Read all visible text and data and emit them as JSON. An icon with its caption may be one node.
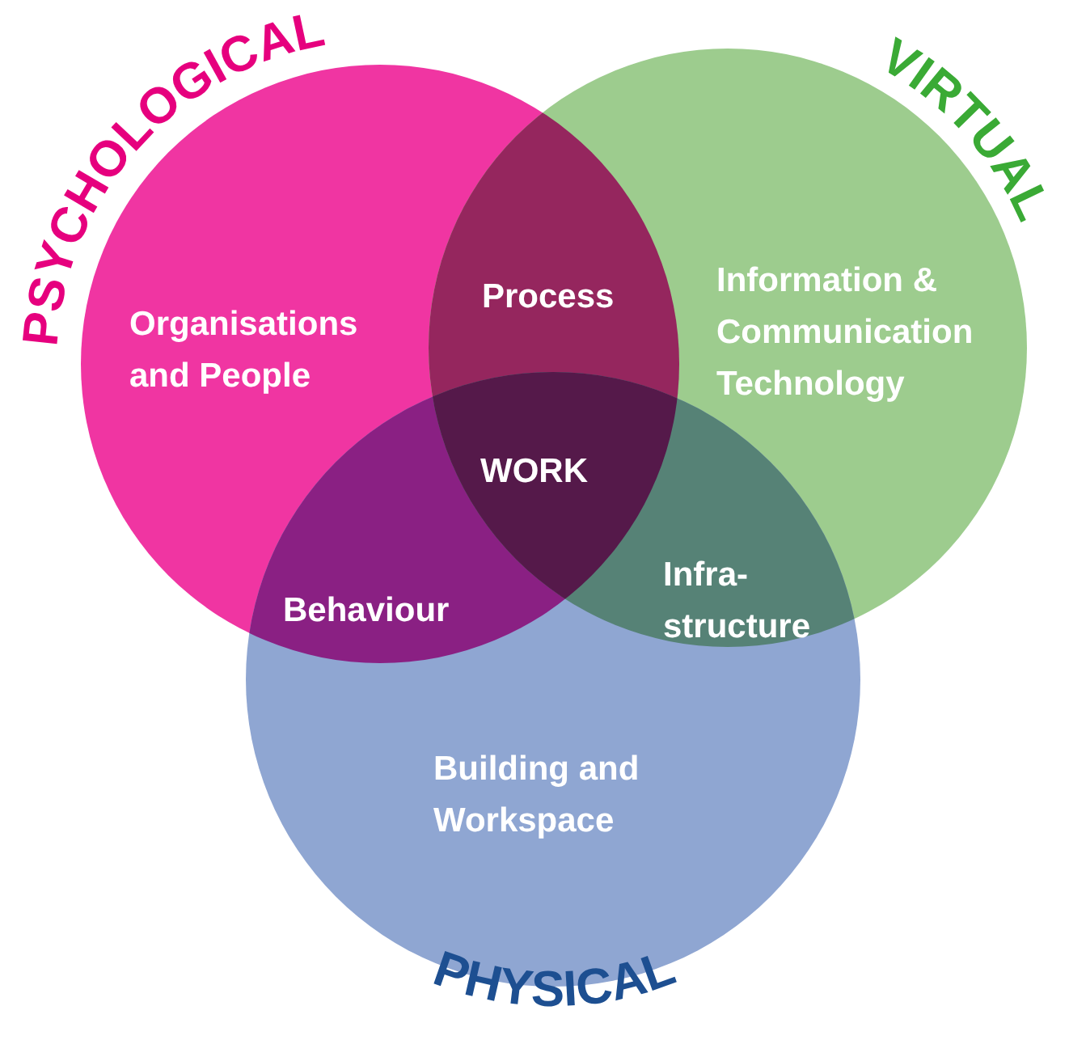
{
  "diagram": {
    "nodes": [
      {
        "text": [
          "PSYCHOLOGICAL",
          "Organisations and People"
        ]
      },
      {
        "text": [
          "VIRTUAL",
          "Information & Communication Technology"
        ]
      },
      {
        "text": [
          "Building and Workspace",
          "PHYSICAL"
        ]
      }
    ],
    "labels": [
      "Process",
      "WORK",
      "Behaviour",
      "Infra-structure"
    ]
  }
}
